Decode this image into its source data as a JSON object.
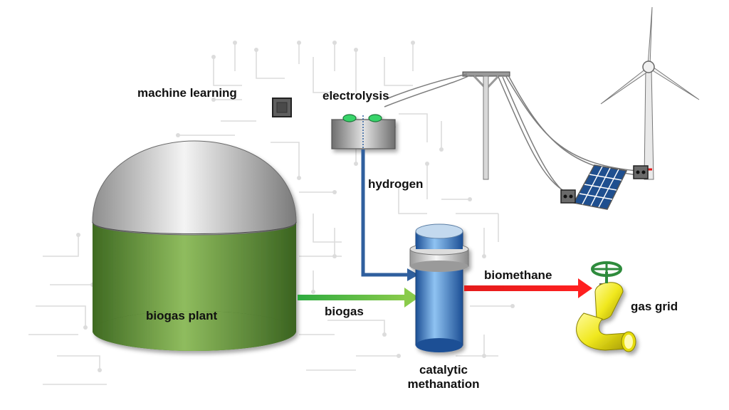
{
  "labels": {
    "machine_learning": "machine learning",
    "electrolysis": "electrolysis",
    "hydrogen": "hydrogen",
    "biogas_plant": "biogas plant",
    "biogas": "biogas",
    "biomethane": "biomethane",
    "gas_grid": "gas grid",
    "catalytic_line1": "catalytic",
    "catalytic_line2": "methanation"
  },
  "colors": {
    "digester_green": "#5f8f37",
    "dome_grey": "#bdbdbd",
    "hydrogen_flow": "#2f5f9e",
    "biogas_flow": "#5cb848",
    "biomethane_flow": "#ee1c1c",
    "reactor_blue": "#2f6fc0",
    "pipe_yellow": "#f2ee2a",
    "valve_green": "#2e8b3c",
    "circuit_grey": "#dcdcdc"
  },
  "icons": [
    "circuit-background",
    "chip-icon",
    "electrolyzer-icon",
    "power-pylon-icon",
    "wind-turbine-icon",
    "solar-panel-icon",
    "junction-box-icon",
    "digester-icon",
    "reactor-icon",
    "gas-pipe-icon",
    "valve-wheel-icon"
  ]
}
